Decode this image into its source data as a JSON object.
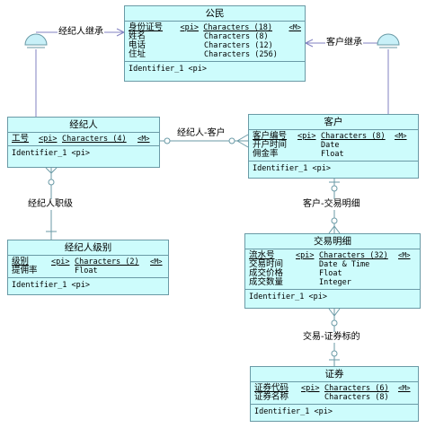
{
  "entities": {
    "citizen": {
      "title": "公民",
      "rows": [
        {
          "name": "身份证号",
          "pi": "<pi>",
          "type": "Characters (18)",
          "m": "<M>"
        },
        {
          "name": "姓名",
          "pi": "",
          "type": "Characters (8)",
          "m": ""
        },
        {
          "name": "电话",
          "pi": "",
          "type": "Characters (12)",
          "m": ""
        },
        {
          "name": "住址",
          "pi": "",
          "type": "Characters (256)",
          "m": ""
        }
      ],
      "identifier": "Identifier_1  <pi>"
    },
    "broker": {
      "title": "经纪人",
      "rows": [
        {
          "name": "工号",
          "pi": "<pi>",
          "type": "Characters (4)",
          "m": "<M>"
        }
      ],
      "identifier": "Identifier_1  <pi>"
    },
    "customer": {
      "title": "客户",
      "rows": [
        {
          "name": "客户编号",
          "pi": "<pi>",
          "type": "Characters (8)",
          "m": "<M>"
        },
        {
          "name": "开户时间",
          "pi": "",
          "type": "Date",
          "m": ""
        },
        {
          "name": "佣金率",
          "pi": "",
          "type": "Float",
          "m": ""
        }
      ],
      "identifier": "Identifier_1  <pi>"
    },
    "broker_level": {
      "title": "经纪人级别",
      "rows": [
        {
          "name": "级别",
          "pi": "<pi>",
          "type": "Characters (2)",
          "m": "<M>"
        },
        {
          "name": "提佣率",
          "pi": "",
          "type": "Float",
          "m": ""
        }
      ],
      "identifier": "Identifier_1  <pi>"
    },
    "trade_detail": {
      "title": "交易明细",
      "rows": [
        {
          "name": "流水号",
          "pi": "<pi>",
          "type": "Characters (32)",
          "m": "<M>"
        },
        {
          "name": "交易时间",
          "pi": "",
          "type": "Date & Time",
          "m": ""
        },
        {
          "name": "成交价格",
          "pi": "",
          "type": "Float",
          "m": ""
        },
        {
          "name": "成交数量",
          "pi": "",
          "type": "Integer",
          "m": ""
        }
      ],
      "identifier": "Identifier_1  <pi>"
    },
    "security": {
      "title": "证券",
      "rows": [
        {
          "name": "证券代码",
          "pi": "<pi>",
          "type": "Characters (6)",
          "m": "<M>"
        },
        {
          "name": "证券名称",
          "pi": "",
          "type": "Characters (8)",
          "m": ""
        }
      ],
      "identifier": "Identifier_1  <pi>"
    }
  },
  "relationships": {
    "broker_inherit": "经纪人继承",
    "customer_inherit": "客户继承",
    "broker_customer": "经纪人-客户",
    "broker_level": "经纪人职级",
    "customer_trade": "客户-交易明细",
    "trade_security": "交易-证券标的"
  },
  "colors": {
    "entity_fill": "#cdfcfc",
    "border": "#6a9aa6",
    "line": "#8080c0",
    "symbol": "#6a9aa6"
  }
}
